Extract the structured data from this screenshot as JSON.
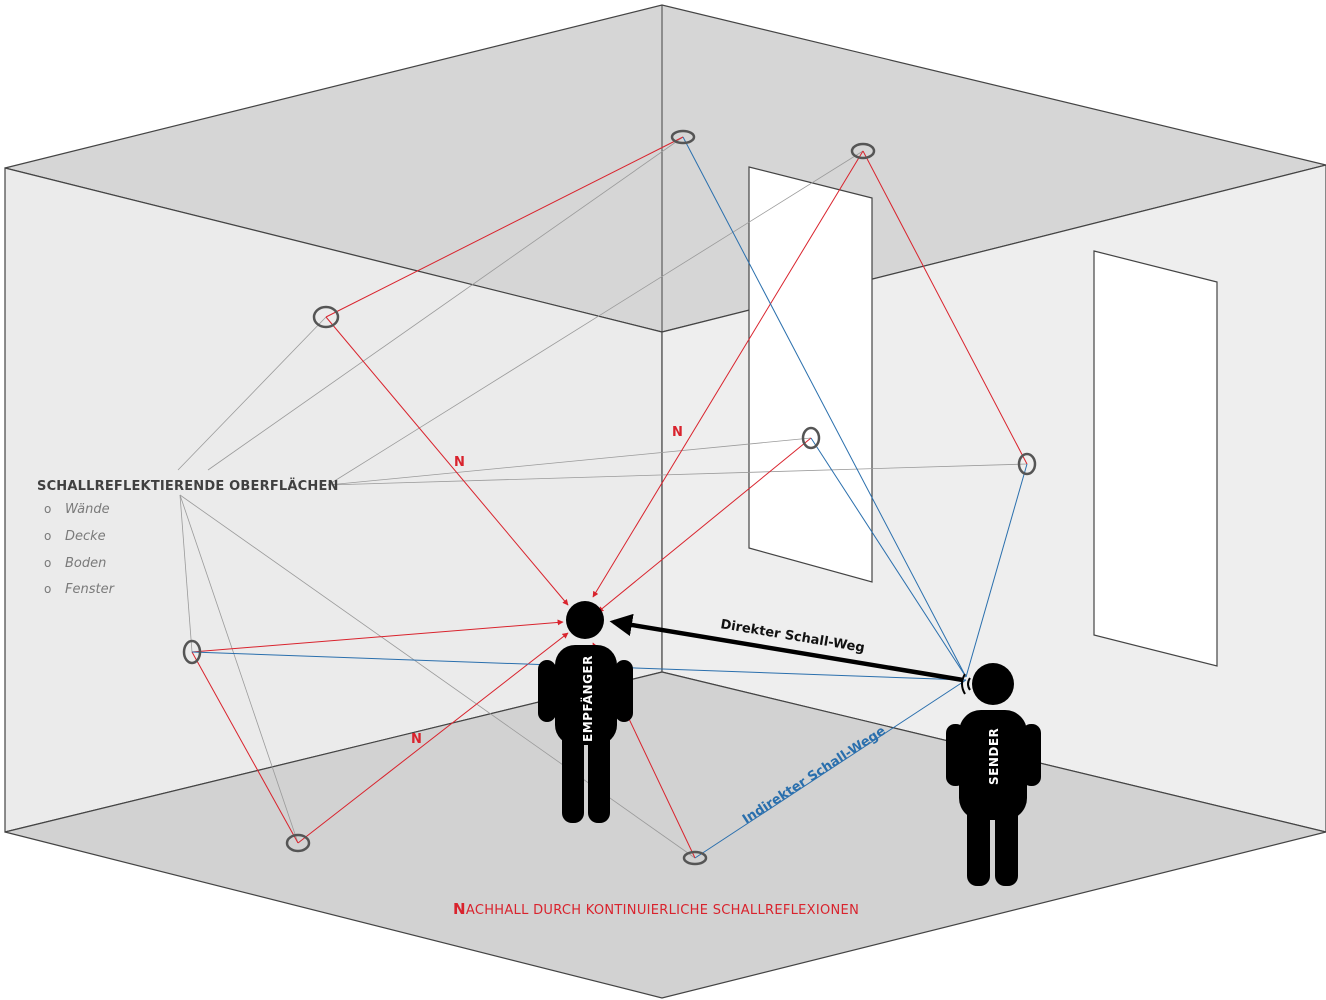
{
  "surfaces": {
    "title": "SCHALLREFLEKTIERENDE OBERFLÄCHEN",
    "items": [
      "Wände",
      "Decke",
      "Boden",
      "Fenster"
    ]
  },
  "labels": {
    "n_mark": "N",
    "direct_path": "Direkter Schall-Weg",
    "indirect_path": "Indirekter Schall-Wege",
    "receiver": "EMPFÄNGER",
    "sender": "SENDER",
    "footer_initial": "N",
    "footer_rest": "ACHHALL DURCH KONTINUIERLICHE SCHALLREFLEXIONEN"
  },
  "colors": {
    "reverb_red": "#d9232d",
    "indirect_blue": "#2a6fad",
    "direct_black": "#000000",
    "room_gray": "#d9d9d9",
    "wall_light": "#ececec"
  }
}
